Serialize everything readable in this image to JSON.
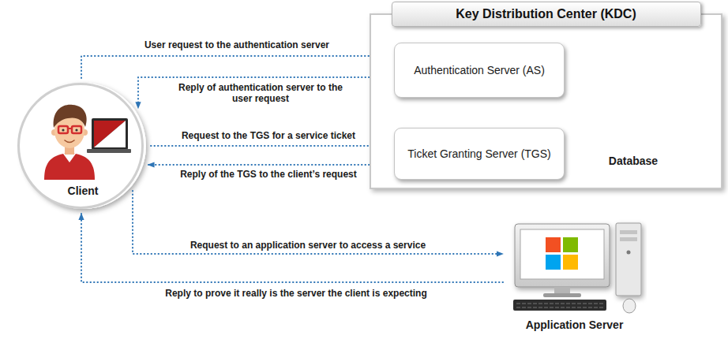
{
  "diagram": {
    "nodes": [
      {
        "text": [
          "Key Distribution Center (KDC)"
        ]
      },
      {
        "text": [
          "Authentication Server (AS)"
        ],
        "in": 0
      },
      {
        "text": [
          "Ticket Granting Server (TGS)"
        ],
        "in": 0
      },
      {
        "text": [
          "Database"
        ],
        "in": 0
      },
      {
        "text": [
          "Client"
        ]
      },
      {
        "text": [
          "Application Server"
        ]
      }
    ],
    "edges": [
      {
        "from": 4,
        "to": 1,
        "arrow": "to",
        "label": "User request to the authentication server"
      },
      {
        "from": 1,
        "to": 4,
        "arrow": "to",
        "label": "Reply of authentication server to the user request"
      },
      {
        "from": 4,
        "to": 2,
        "arrow": "to",
        "label": "Request to the TGS for a service ticket"
      },
      {
        "from": 2,
        "to": 4,
        "arrow": "to",
        "label": "Reply of the TGS to the client’s request"
      },
      {
        "from": 4,
        "to": 5,
        "arrow": "to",
        "label": "Request to an application server to access a service"
      },
      {
        "from": 5,
        "to": 4,
        "arrow": "to",
        "label": "Reply to prove it really is the server the client is expecting"
      },
      {
        "from": 3,
        "to": 1,
        "arrow": "to"
      },
      {
        "from": 3,
        "to": 2,
        "arrow": "to"
      }
    ]
  }
}
